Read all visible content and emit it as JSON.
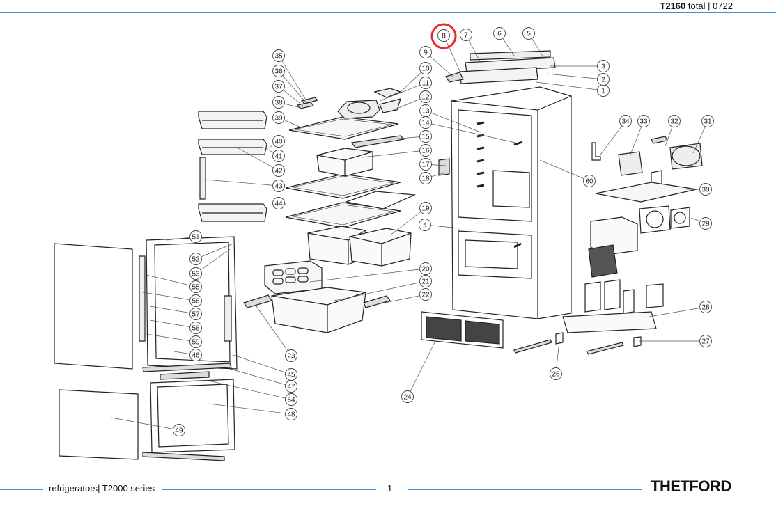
{
  "header": {
    "model": "T2160",
    "suffix": "total | 0722"
  },
  "footer": {
    "category": "refrigerators| T2000 series",
    "page": "1",
    "brand": "THETFORD"
  },
  "diagram": {
    "highlighted_callout": "8",
    "callouts": [
      "1",
      "2",
      "3",
      "4",
      "5",
      "6",
      "7",
      "8",
      "9",
      "10",
      "11",
      "12",
      "13",
      "14",
      "15",
      "16",
      "17",
      "18",
      "19",
      "20",
      "21",
      "22",
      "23",
      "24",
      "26",
      "27",
      "28",
      "29",
      "30",
      "31",
      "32",
      "33",
      "34",
      "35",
      "36",
      "37",
      "38",
      "39",
      "40",
      "41",
      "42",
      "43",
      "44",
      "45",
      "46",
      "47",
      "48",
      "49",
      "51",
      "52",
      "53",
      "54",
      "55",
      "56",
      "57",
      "58",
      "59",
      "60"
    ]
  }
}
